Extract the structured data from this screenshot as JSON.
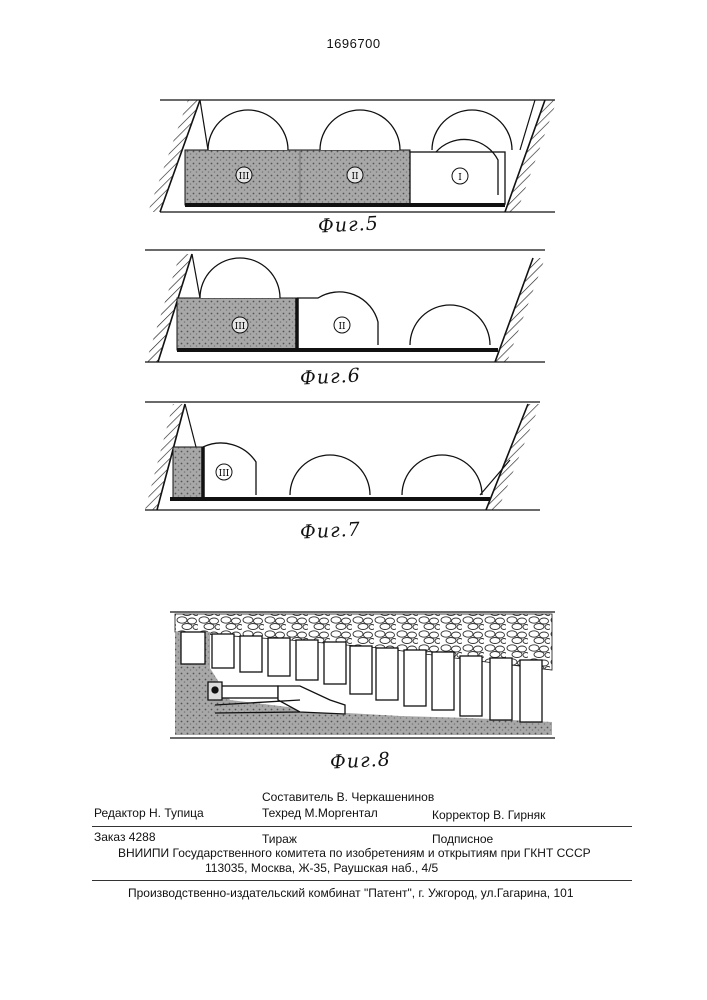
{
  "document": {
    "patent_number": "1696700",
    "figures": [
      {
        "caption": "Фиг.5",
        "panel_labels": [
          "III",
          "II",
          "I"
        ]
      },
      {
        "caption": "Фиг.6",
        "panel_labels": [
          "III",
          "II"
        ]
      },
      {
        "caption": "Фиг.7",
        "panel_labels": [
          "III"
        ]
      },
      {
        "caption": "Фиг.8"
      }
    ],
    "imprint": {
      "compiler": "Составитель  В. Черкашенинов",
      "editor": "Редактор  Н. Тупица",
      "techred": "Техред М.Моргентал",
      "corrector": "Корректор  В. Гирняк",
      "order": "Заказ  4288",
      "circulation": "Тираж",
      "subscription": "Подписное",
      "institute_line1": "ВНИИПИ Государственного комитета по изобретениям и открытиям при ГКНТ СССР",
      "institute_line2": "113035, Москва, Ж-35, Раушская наб., 4/5",
      "publisher": "Производственно-издательский комбинат \"Патент\", г. Ужгород, ул.Гагарина, 101"
    }
  }
}
